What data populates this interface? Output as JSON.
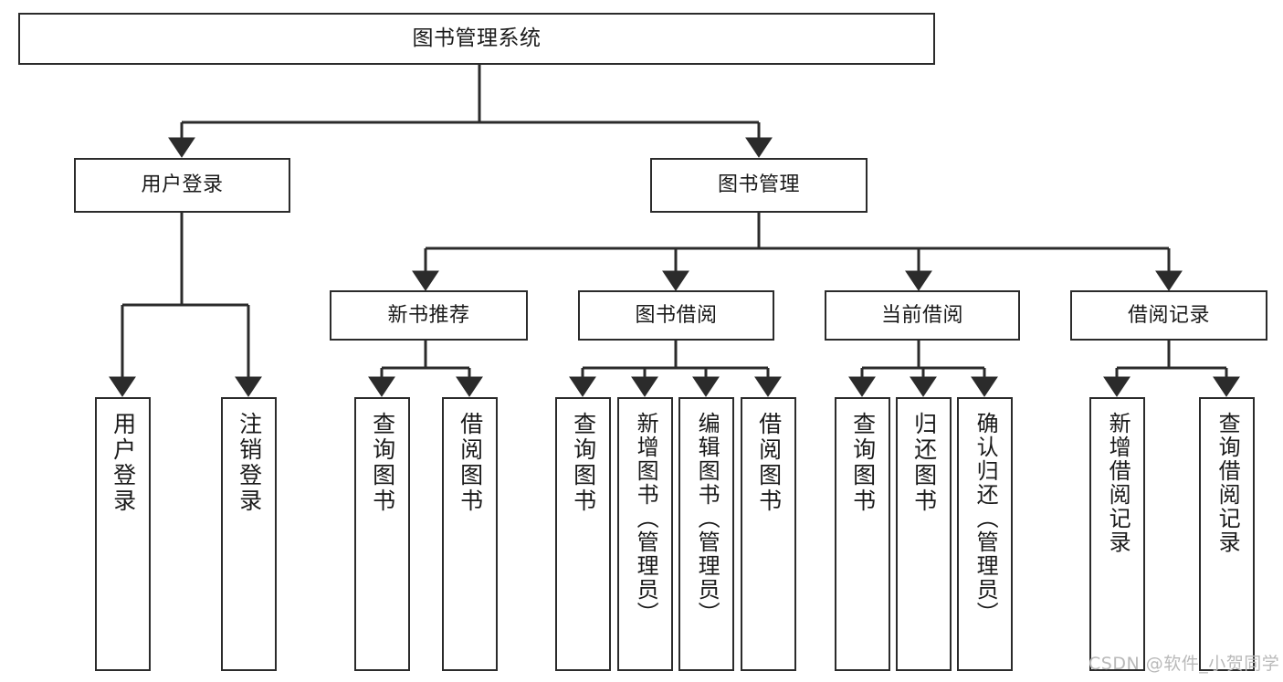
{
  "diagram": {
    "title": "图书管理系统",
    "type": "tree-hierarchy",
    "root": {
      "label": "图书管理系统"
    },
    "level2": [
      {
        "label": "用户登录"
      },
      {
        "label": "图书管理"
      }
    ],
    "level3": [
      {
        "label": "新书推荐"
      },
      {
        "label": "图书借阅"
      },
      {
        "label": "当前借阅"
      },
      {
        "label": "借阅记录"
      }
    ],
    "leaves": {
      "user_login": [
        {
          "label": "用户登录"
        },
        {
          "label": "注销登录"
        }
      ],
      "new_book_recommend": [
        {
          "label": "查询图书"
        },
        {
          "label": "借阅图书"
        }
      ],
      "book_borrow": [
        {
          "label": "查询图书"
        },
        {
          "label": "新增图书（管理员）"
        },
        {
          "label": "编辑图书（管理员）"
        },
        {
          "label": "借阅图书"
        }
      ],
      "current_borrow": [
        {
          "label": "查询图书"
        },
        {
          "label": "归还图书"
        },
        {
          "label": "确认归还（管理员）"
        }
      ],
      "borrow_record": [
        {
          "label": "新增借阅记录"
        },
        {
          "label": "查询借阅记录"
        }
      ]
    }
  },
  "watermark": {
    "text": "CSDN @软件_小贺同学"
  },
  "colors": {
    "background": "#ffffff",
    "box_border": "#2b2b2b",
    "text": "#1a1a1a",
    "connector": "#2b2b2b",
    "watermark": "#b9b9b9"
  }
}
